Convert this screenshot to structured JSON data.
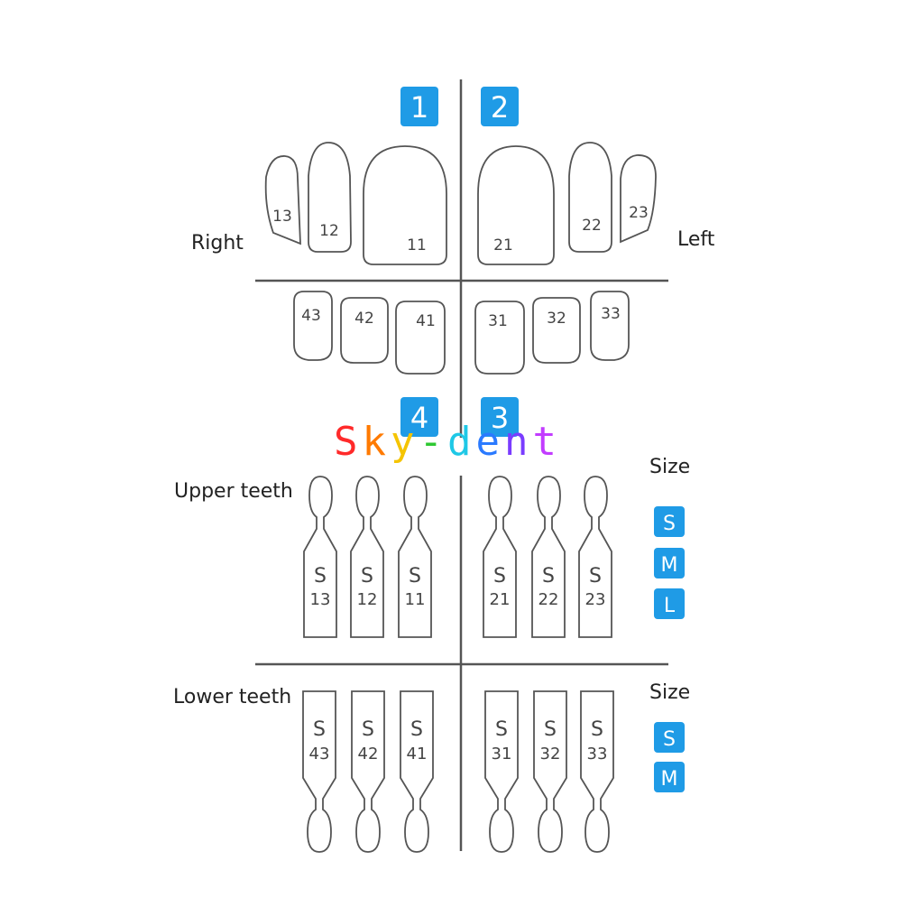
{
  "colors": {
    "badge": "#1f9be6",
    "outline": "#555555"
  },
  "quadrants": [
    "1",
    "2",
    "4",
    "3"
  ],
  "side_labels": {
    "right": "Right",
    "left": "Left"
  },
  "teeth": {
    "upper_right": [
      "13",
      "12",
      "11"
    ],
    "upper_left": [
      "21",
      "22",
      "23"
    ],
    "lower_right": [
      "43",
      "42",
      "41"
    ],
    "lower_left": [
      "31",
      "32",
      "33"
    ]
  },
  "brand": {
    "letters": [
      "S",
      "k",
      "y",
      "-",
      "d",
      "e",
      "n",
      "t"
    ],
    "letter_colors": [
      "#ff2a2a",
      "#ff7a00",
      "#f5c400",
      "#2fc832",
      "#1fc8e6",
      "#2a7aff",
      "#7a3cff",
      "#c23cff"
    ]
  },
  "trays": {
    "upper": {
      "title": "Upper teeth",
      "size_title": "Size",
      "sizes": [
        "S",
        "M",
        "L"
      ],
      "pieces": [
        {
          "size": "S",
          "num": "13"
        },
        {
          "size": "S",
          "num": "12"
        },
        {
          "size": "S",
          "num": "11"
        },
        {
          "size": "S",
          "num": "21"
        },
        {
          "size": "S",
          "num": "22"
        },
        {
          "size": "S",
          "num": "23"
        }
      ]
    },
    "lower": {
      "title": "Lower teeth",
      "size_title": "Size",
      "sizes": [
        "S",
        "M"
      ],
      "pieces": [
        {
          "size": "S",
          "num": "43"
        },
        {
          "size": "S",
          "num": "42"
        },
        {
          "size": "S",
          "num": "41"
        },
        {
          "size": "S",
          "num": "31"
        },
        {
          "size": "S",
          "num": "32"
        },
        {
          "size": "S",
          "num": "33"
        }
      ]
    }
  }
}
